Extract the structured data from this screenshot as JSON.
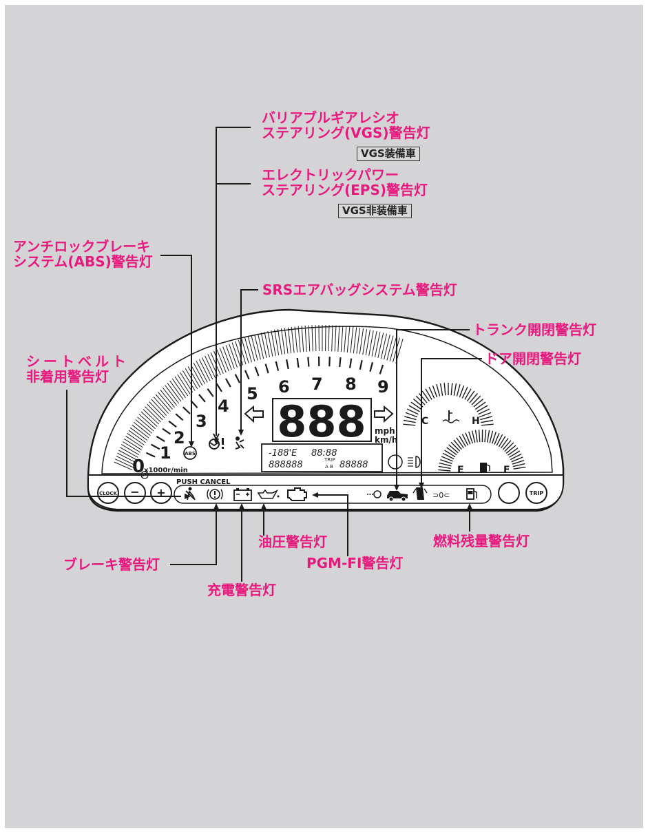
{
  "labels": {
    "vgs_line1": "バリアブルギアレシオ",
    "vgs_line2": "ステアリング(VGS)警告灯",
    "vgs_tag": "VGS装備車",
    "eps_line1": "エレクトリックパワー",
    "eps_line2": "ステアリング(EPS)警告灯",
    "eps_tag": "VGS非装備車",
    "abs_line1": "アンチロックブレーキ",
    "abs_line2": "システム(ABS)警告灯",
    "srs": "SRSエアバッグシステム警告灯",
    "trunk": "トランク開閉警告灯",
    "door": "ドア開閉警告灯",
    "seatbelt_line1": "シートベルト",
    "seatbelt_line2": "非着用警告灯",
    "oil": "油圧警告灯",
    "pgm": "PGM-FI警告灯",
    "fuel": "燃料残量警告灯",
    "brake": "ブレーキ警告灯",
    "charge": "充電警告灯"
  },
  "cluster": {
    "tach_numbers": [
      "0",
      "1",
      "2",
      "3",
      "4",
      "5",
      "6",
      "7",
      "8",
      "9"
    ],
    "tach_unit": "x1000r/min",
    "speed_display": "888",
    "speed_units_1": "mph",
    "speed_units_2": "km/h",
    "lcd_line1_left": "-188'E",
    "lcd_line1_right": "88:88",
    "lcd_line2_left": "888888",
    "lcd_trip": "TRIP",
    "lcd_ab": "A B",
    "lcd_line2_right": "88888",
    "temp_c": "C",
    "temp_h": "H",
    "fuel_e": "E",
    "fuel_f": "F",
    "push_cancel": "PUSH CANCEL",
    "abs_badge": "ABS",
    "clock_button": "CLOCK",
    "minus_button": "−",
    "plus_button": "+",
    "trip_button": "TRIP"
  },
  "colors": {
    "label": "#e8197e",
    "background": "#d4d4d6",
    "panel": "#ffffff",
    "ink": "#1a1a1a"
  }
}
